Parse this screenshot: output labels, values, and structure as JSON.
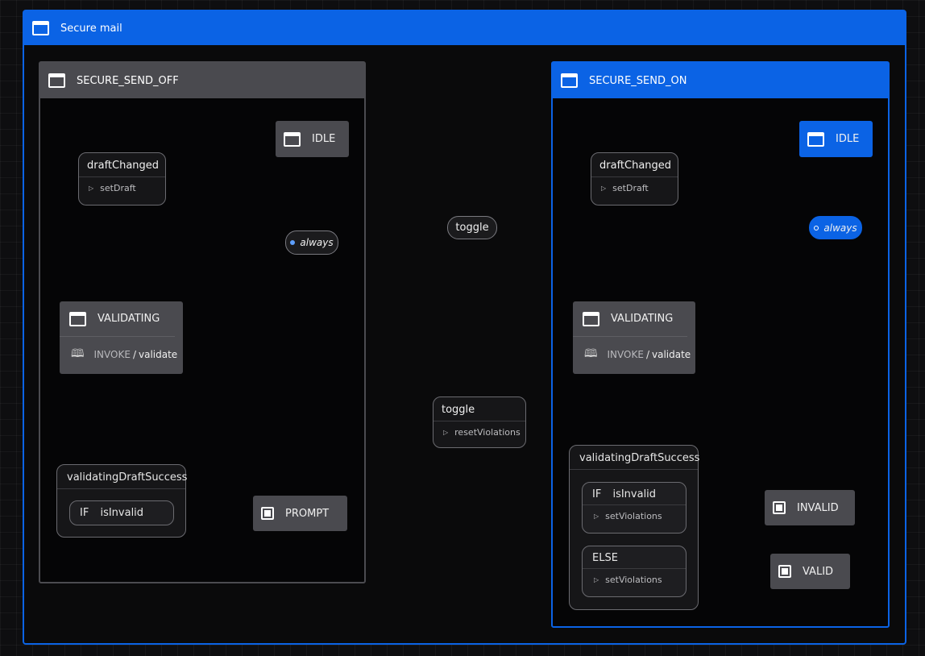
{
  "machine": {
    "title": "Secure mail"
  },
  "off": {
    "title": "SECURE_SEND_OFF",
    "idle": "IDLE",
    "validating": "VALIDATING",
    "invoke_kw": "INVOKE",
    "invoke_sep": "/",
    "invoke_src": "validate",
    "draft_event": "draftChanged",
    "draft_action": "setDraft",
    "always": "always",
    "success_event": "validatingDraftSuccess",
    "if_kw": "IF",
    "if_guard": "isInvalid",
    "prompt": "PROMPT"
  },
  "on": {
    "title": "SECURE_SEND_ON",
    "idle": "IDLE",
    "validating": "VALIDATING",
    "invoke_kw": "INVOKE",
    "invoke_sep": "/",
    "invoke_src": "validate",
    "draft_event": "draftChanged",
    "draft_action": "setDraft",
    "always": "always",
    "success_event": "validatingDraftSuccess",
    "if_kw": "IF",
    "if_guard": "isInvalid",
    "if_action": "setViolations",
    "else_kw": "ELSE",
    "else_action": "setViolations",
    "invalid": "INVALID",
    "valid": "VALID"
  },
  "transitions": {
    "toggle_on": "toggle",
    "toggle_off": "toggle",
    "toggle_off_action": "resetViolations"
  },
  "colors": {
    "accent": "#0b63e5",
    "node": "#4a4a4f",
    "wire": "#8e8e93"
  },
  "icons": {
    "state": "window-icon",
    "final": "final-state-icon",
    "invoke": "book-icon",
    "action": "triangle-right-icon",
    "initial": "initial-state-icon"
  }
}
